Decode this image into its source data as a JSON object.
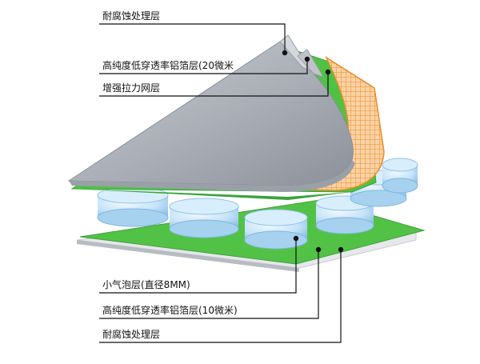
{
  "diagram": {
    "labels_top": [
      {
        "text": "耐腐蚀处理层"
      },
      {
        "text": "高纯度低穿透率铝箔层(20微米"
      },
      {
        "text": "增强拉力网层"
      }
    ],
    "labels_bottom": [
      {
        "text": "小气泡层(直径8MM)"
      },
      {
        "text": "高纯度低穿透率铝箔层(10微米)"
      },
      {
        "text": "耐腐蚀处理层"
      }
    ],
    "colors": {
      "top_film": "#a9aeb6",
      "top_film_shadow": "#8b9098",
      "foil_edge": "#d5d8dd",
      "mesh_orange": "#f08a24",
      "mesh_light": "#f9c891",
      "green": "#4fc245",
      "green_dark": "#38a33a",
      "bubble": "#bfe0f6",
      "bubble_rim": "#7fb6e0",
      "bottom_foil": "#eaecef",
      "line": "#111111"
    }
  }
}
